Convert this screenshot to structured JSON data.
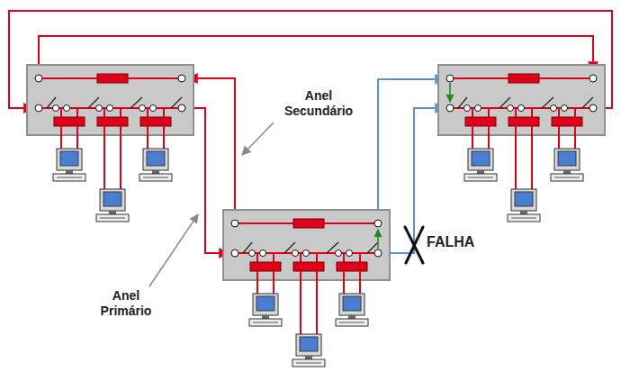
{
  "diagram": {
    "labels": [
      "Anel Secundário",
      "Anel Primário",
      "FALHA"
    ]
  }
}
